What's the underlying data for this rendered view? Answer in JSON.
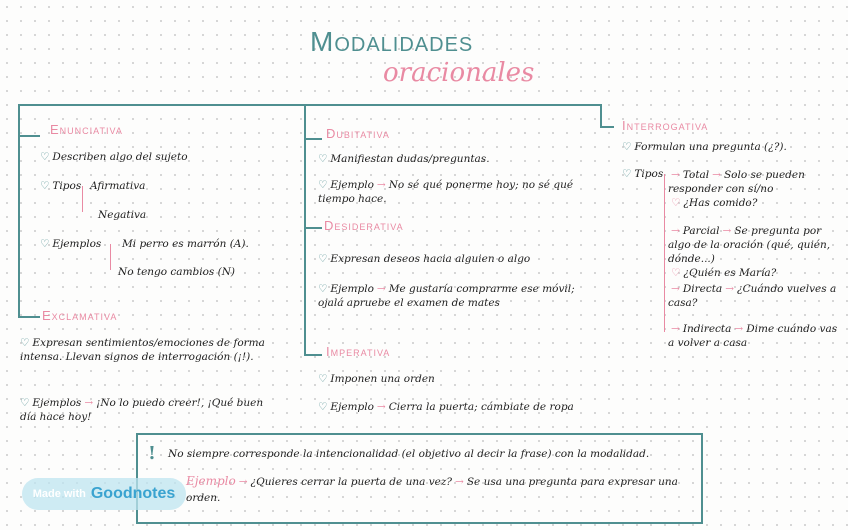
{
  "title": {
    "line1": "Modalidades",
    "line2": "oracionales"
  },
  "enunciativa": {
    "heading": "Enunciativa",
    "desc": "Describen algo del sujeto",
    "tipos_label": "Tipos",
    "tipos": [
      "Afirmativa",
      "Negativa"
    ],
    "ejemplos_label": "Ejemplos",
    "ejemplos": [
      "Mi perro es marrón (A).",
      "No tengo cambios (N)"
    ]
  },
  "exclamativa": {
    "heading": "Exclamativa",
    "desc": "Expresan sentimientos/emociones de forma intensa. Llevan signos de interrogación (¡!).",
    "ejemplos_label": "Ejemplos",
    "ejemplos": "¡No lo puedo creer!, ¡Qué buen día hace hoy!"
  },
  "dubitativa": {
    "heading": "Dubitativa",
    "desc": "Manifiestan dudas/preguntas.",
    "ejemplo_label": "Ejemplo",
    "ejemplo": "No sé qué ponerme hoy; no sé qué tiempo hace."
  },
  "desiderativa": {
    "heading": "Desiderativa",
    "desc": "Expresan deseos hacia alguien o algo",
    "ejemplo_label": "Ejemplo",
    "ejemplo": "Me gustaría comprarme ese móvil; ojalá apruebe el examen de mates"
  },
  "imperativa": {
    "heading": "Imperativa",
    "desc": "Imponen una orden",
    "ejemplo_label": "Ejemplo",
    "ejemplo": "Cierra la puerta; cámbiate de ropa"
  },
  "interrogativa": {
    "heading": "Interrogativa",
    "desc": "Formulan una pregunta (¿?).",
    "tipos_label": "Tipos",
    "tipos": [
      {
        "name": "Total",
        "desc": "Solo se pueden responder con sí/no",
        "ex": "¿Has comido?"
      },
      {
        "name": "Parcial",
        "desc": "Se pregunta por algo de la oración (qué, quién, dónde...)",
        "ex": "¿Quién es María?"
      },
      {
        "name": "Directa",
        "desc": "¿Cuándo vuelves a casa?",
        "ex": ""
      },
      {
        "name": "Indirecta",
        "desc": "Dime cuándo vas a volver a casa",
        "ex": ""
      }
    ]
  },
  "note": {
    "text": "No siempre corresponde la intencionalidad (el objetivo al decir la frase) con la modalidad.",
    "ejemplo_label": "Ejemplo",
    "ejemplo": "¿Quieres cerrar la puerta de una vez?",
    "explanation": "Se usa una pregunta para expresar una orden."
  },
  "badge": {
    "prefix": "Made with",
    "brand": "Goodnotes"
  },
  "colors": {
    "teal": "#4f8f90",
    "pink": "#e98aa3"
  }
}
